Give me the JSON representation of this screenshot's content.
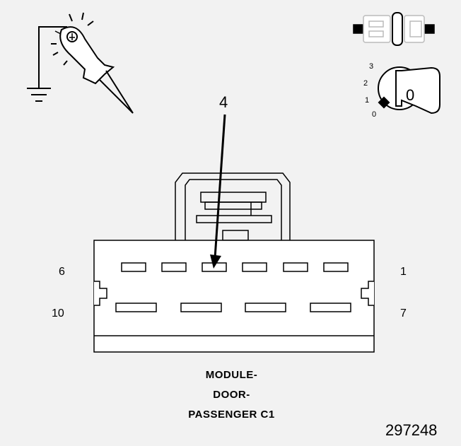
{
  "callout": "4",
  "pin_labels": {
    "top_left": "6",
    "top_right": "1",
    "bottom_left": "10",
    "bottom_right": "7"
  },
  "caption": [
    "MODULE-",
    "DOOR-",
    "PASSENGER C1"
  ],
  "figure_number": "297248",
  "ignition_positions": [
    "3",
    "2",
    "1",
    "0"
  ],
  "ignition_key_position": "0"
}
